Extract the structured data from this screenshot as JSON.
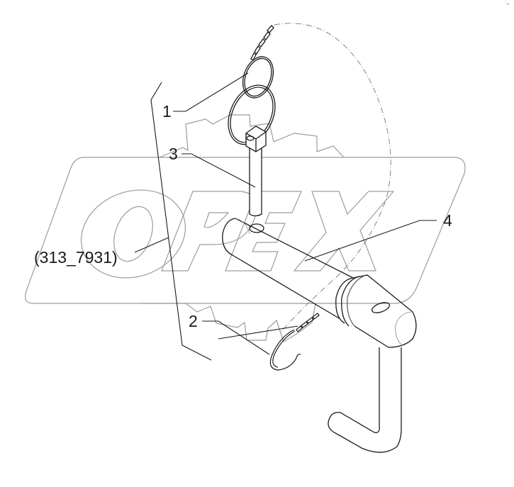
{
  "diagram": {
    "type": "parts-illustration",
    "reference_label": "(313_7931)",
    "corner_mark": "´–",
    "watermark": {
      "text": "OPEX",
      "color": "#9a9a9a"
    },
    "line_color": "#1a1a1a",
    "callouts": [
      {
        "number": "1",
        "part": "ring-with-chain"
      },
      {
        "number": "2",
        "part": "spring-clip-with-chain"
      },
      {
        "number": "3",
        "part": "locking-pin"
      },
      {
        "number": "4",
        "part": "pin-shaft-with-handle"
      }
    ]
  }
}
